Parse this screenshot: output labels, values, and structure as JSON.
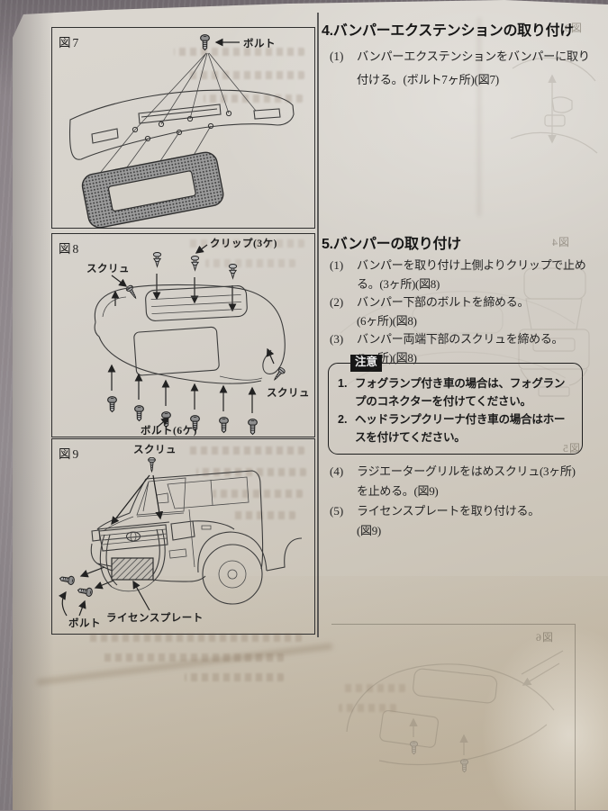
{
  "sections": {
    "s4": {
      "heading": "4.バンパーエクステンションの取り付け",
      "items": [
        {
          "num": "(1)",
          "text": "バンパーエクステンションをバンパーに取り\n付ける。(ボルト7ヶ所)(図7)"
        }
      ]
    },
    "s5": {
      "heading": "5.バンパーの取り付け",
      "items": [
        {
          "num": "(1)",
          "text": "バンパーを取り付け上側よりクリップで止め\nる。(3ヶ所)(図8)"
        },
        {
          "num": "(2)",
          "text": "バンパー下部のボルトを締める。\n(6ヶ所)(図8)"
        },
        {
          "num": "(3)",
          "text": "バンパー両端下部のスクリュを締める。\n(2ヶ所)(図8)"
        },
        {
          "num": "(4)",
          "text": "ラジエーターグリルをはめスクリュ(3ヶ所)\nを止める。(図9)"
        },
        {
          "num": "(5)",
          "text": "ライセンスプレートを取り付ける。\n(図9)"
        }
      ]
    }
  },
  "caution": {
    "label": "注意",
    "items": [
      {
        "num": "1.",
        "text": "フォグランプ付き車の場合は、フォグラン\nプのコネクターを付けてください。"
      },
      {
        "num": "2.",
        "text": "ヘッドランプクリーナ付き車の場合はホー\nスを付けてください。"
      }
    ]
  },
  "figures": {
    "fig7": {
      "label": "図7",
      "bolt": "ボルト"
    },
    "fig8": {
      "label": "図8",
      "clip": "クリップ(3ケ)",
      "screw_left": "スクリュ",
      "screw_right": "スクリュ",
      "bolt": "ボルト(6ケ)"
    },
    "fig9": {
      "label": "図9",
      "screw": "スクリュ",
      "plate": "ライセンスプレート",
      "bolt": "ボルト"
    }
  },
  "bleedthrough": {
    "fig3": "図3",
    "fig4": "図4",
    "fig5": "図5",
    "fig6": "図6"
  },
  "colors": {
    "paper": "#d6d2cb",
    "table": "#8b8388",
    "ink": "#222222",
    "caution_bg": "#171717"
  }
}
